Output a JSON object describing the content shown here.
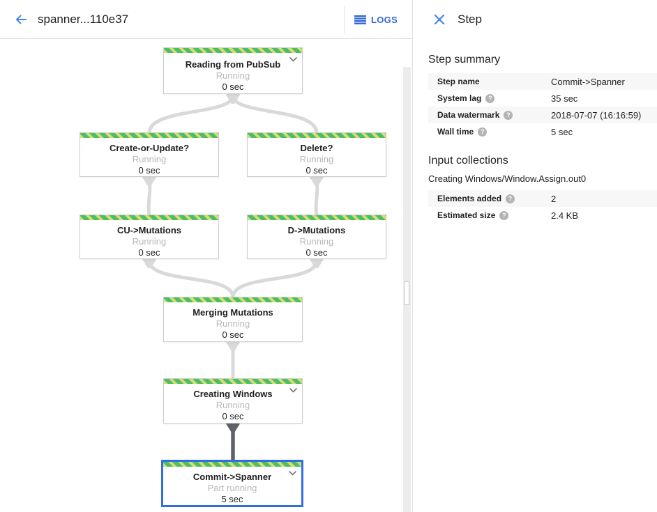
{
  "header": {
    "title": "spanner...110e37",
    "logs_label": "LOGS"
  },
  "panel": {
    "title": "Step",
    "step_summary": {
      "heading": "Step summary",
      "rows": [
        {
          "label": "Step name",
          "value": "Commit->Spanner"
        },
        {
          "label": "System lag",
          "value": "35 sec"
        },
        {
          "label": "Data watermark",
          "value": "2018-07-07 (16:16:59)"
        },
        {
          "label": "Wall time",
          "value": "5 sec"
        }
      ]
    },
    "input_collections": {
      "heading": "Input collections",
      "collection_name": "Creating Windows/Window.Assign.out0",
      "rows": [
        {
          "label": "Elements added",
          "value": "2"
        },
        {
          "label": "Estimated size",
          "value": "2.4 KB"
        }
      ]
    },
    "help_glyph": "?"
  },
  "graph": {
    "nodes": [
      {
        "id": "reading-from-pubsub",
        "title": "Reading from PubSub",
        "status": "Running",
        "time": "0 sec"
      },
      {
        "id": "create-or-update",
        "title": "Create-or-Update?",
        "status": "Running",
        "time": "0 sec"
      },
      {
        "id": "delete",
        "title": "Delete?",
        "status": "Running",
        "time": "0 sec"
      },
      {
        "id": "cu-mutations",
        "title": "CU->Mutations",
        "status": "Running",
        "time": "0 sec"
      },
      {
        "id": "d-mutations",
        "title": "D->Mutations",
        "status": "Running",
        "time": "0 sec"
      },
      {
        "id": "merging-mutations",
        "title": "Merging Mutations",
        "status": "Running",
        "time": "0 sec"
      },
      {
        "id": "creating-windows",
        "title": "Creating Windows",
        "status": "Running",
        "time": "0 sec"
      },
      {
        "id": "commit-spanner",
        "title": "Commit->Spanner",
        "status": "Part running",
        "time": "5 sec",
        "selected": true
      }
    ],
    "edges": [
      {
        "from": "reading-from-pubsub",
        "to": "create-or-update"
      },
      {
        "from": "reading-from-pubsub",
        "to": "delete"
      },
      {
        "from": "create-or-update",
        "to": "cu-mutations"
      },
      {
        "from": "delete",
        "to": "d-mutations"
      },
      {
        "from": "cu-mutations",
        "to": "merging-mutations"
      },
      {
        "from": "d-mutations",
        "to": "merging-mutations"
      },
      {
        "from": "merging-mutations",
        "to": "creating-windows"
      },
      {
        "from": "creating-windows",
        "to": "commit-spanner",
        "emphasis": "dark"
      }
    ]
  },
  "colors": {
    "accent_blue": "#4285f4",
    "logs_blue": "#3367d6",
    "selected_node_border": "#2f6fe3",
    "stripe_green": "#4dbd6c",
    "stripe_lime": "#d3e06b",
    "edge_gray": "#d9d9d9",
    "edge_dark": "#5f6368",
    "status_text": "#b8b8b8",
    "node_border": "#cccccc",
    "row_alt_bg": "#f7f7f7",
    "divider": "#e0e0e0",
    "text_primary": "#212121",
    "help_icon_bg": "#b3b3b3"
  }
}
